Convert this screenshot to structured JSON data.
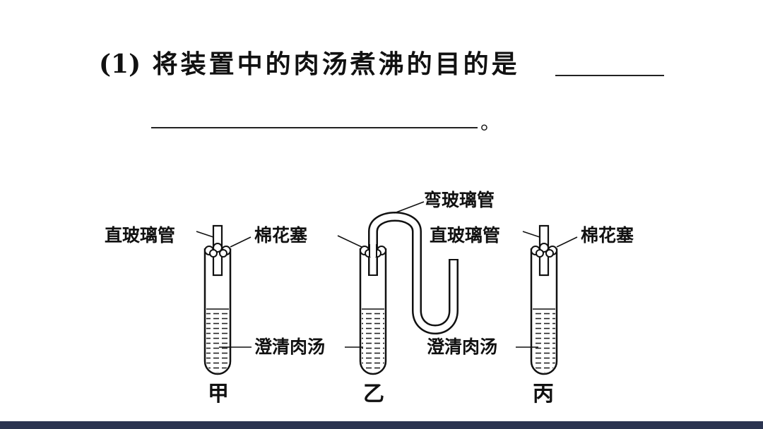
{
  "question": {
    "number": "(1)",
    "text": "将装置中的肉汤煮沸的目的是",
    "end_mark": "。"
  },
  "labels": {
    "straight_tube_left": "直玻璃管",
    "cotton_plug_left": "棉花塞",
    "bent_tube": "弯玻璃管",
    "straight_tube_right": "直玻璃管",
    "cotton_plug_right": "棉花塞",
    "broth_left": "澄清肉汤",
    "broth_right": "澄清肉汤"
  },
  "tubes": {
    "jia": "甲",
    "yi": "乙",
    "bing": "丙"
  },
  "colors": {
    "ink": "#111111",
    "bottom_bar": "#2b3450"
  }
}
